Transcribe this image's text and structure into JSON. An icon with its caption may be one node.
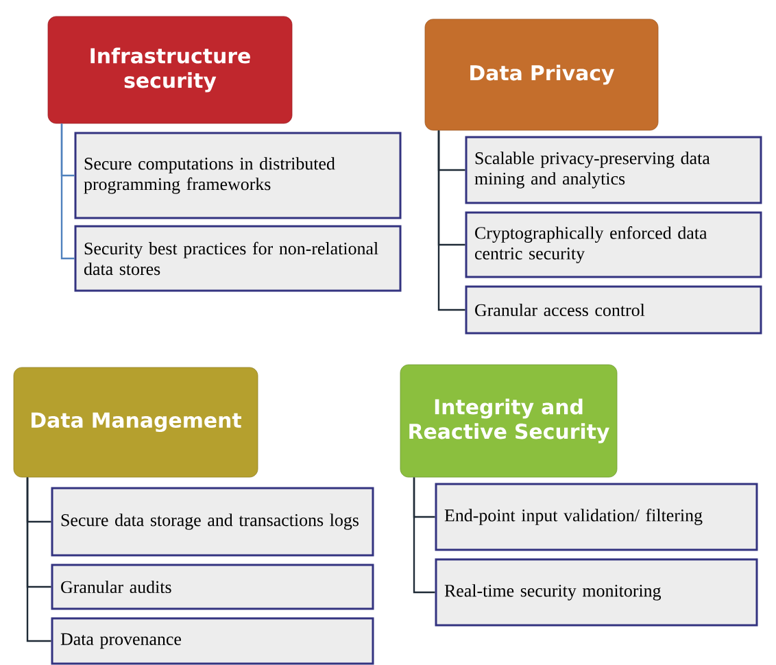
{
  "diagram": {
    "nodes": [
      {
        "text": [
          "Infrastructure security"
        ]
      },
      {
        "text": [
          "Secure computations in distributed programming frameworks"
        ]
      },
      {
        "text": [
          "Security best practices for non-relational data stores"
        ]
      },
      {
        "text": [
          "Data Privacy"
        ]
      },
      {
        "text": [
          "Scalable privacy-preserving data mining and analytics"
        ]
      },
      {
        "text": [
          "Cryptographically enforced data centric security"
        ]
      },
      {
        "text": [
          "Granular access control"
        ]
      },
      {
        "text": [
          "Data Management"
        ]
      },
      {
        "text": [
          "Secure data storage and transactions logs"
        ]
      },
      {
        "text": [
          "Granular audits"
        ]
      },
      {
        "text": [
          "Data provenance"
        ]
      },
      {
        "text": [
          "Integrity and Reactive Security"
        ]
      },
      {
        "text": [
          "End-point input validation/ filtering"
        ]
      },
      {
        "text": [
          "Real-time security monitoring"
        ]
      }
    ],
    "edges": [
      {
        "from": 0,
        "to": 1,
        "arrow": "none",
        "color": "#4f81bd"
      },
      {
        "from": 0,
        "to": 2,
        "arrow": "none",
        "color": "#4f81bd"
      },
      {
        "from": 3,
        "to": 4,
        "arrow": "none"
      },
      {
        "from": 3,
        "to": 5,
        "arrow": "none"
      },
      {
        "from": 3,
        "to": 6,
        "arrow": "none"
      },
      {
        "from": 7,
        "to": 8,
        "arrow": "none"
      },
      {
        "from": 7,
        "to": 9,
        "arrow": "none"
      },
      {
        "from": 7,
        "to": 10,
        "arrow": "none"
      },
      {
        "from": 11,
        "to": 12,
        "arrow": "none"
      },
      {
        "from": 11,
        "to": 13,
        "arrow": "none"
      }
    ]
  }
}
